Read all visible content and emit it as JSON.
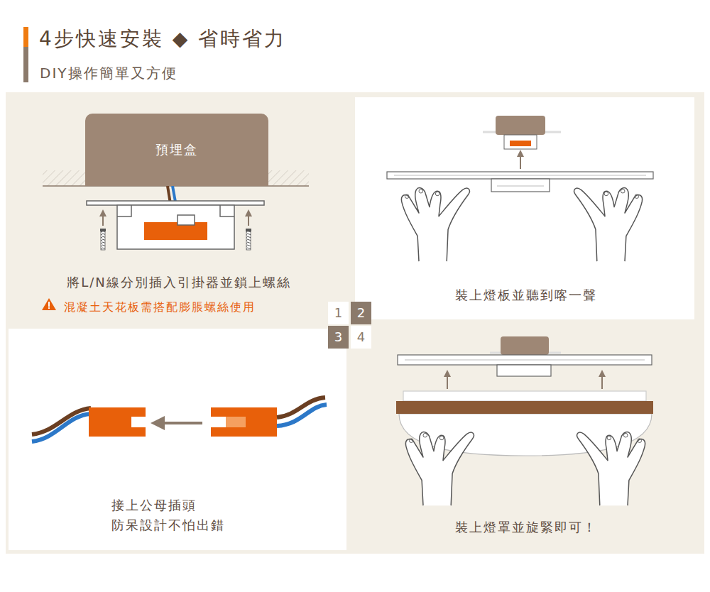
{
  "diagram": {
    "title": "4步快速安裝 ◆ 省時省力",
    "nodes": [
      {
        "text": [
          "將L/N線分別插入引掛器並鎖上螺絲",
          "混凝土天花板需搭配膨脹螺絲使用"
        ]
      },
      {
        "text": [
          "預埋盒"
        ],
        "in": 0
      },
      {
        "text": [
          "裝上燈板並聽到喀一聲"
        ]
      },
      {
        "text": [
          "接上公母插頭 防呆設計不怕出錯"
        ]
      },
      {
        "text": [
          "裝上燈罩並旋緊即可！"
        ]
      },
      {
        "text": [
          "1"
        ]
      },
      {
        "text": [
          "2"
        ]
      },
      {
        "text": [
          "3"
        ]
      },
      {
        "text": [
          "4"
        ]
      }
    ],
    "labels": [
      "DIY操作簡單又方便"
    ]
  }
}
